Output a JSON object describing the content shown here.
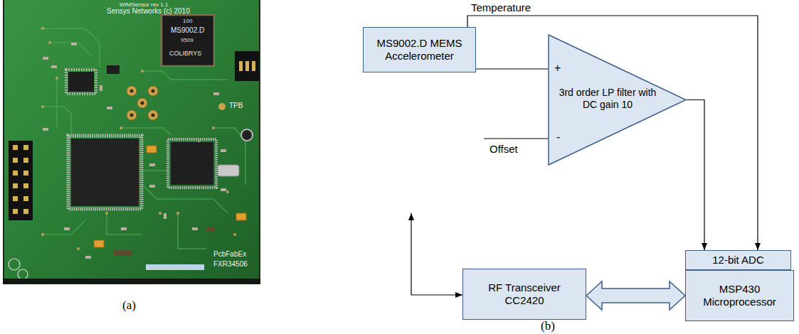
{
  "diagram": {
    "nodes": [
      {
        "text": [
          "MS9002.D MEMS Accelerometer"
        ]
      },
      {
        "text": [
          "3rd order LP filter with DC gain 10"
        ]
      },
      {
        "text": [
          "RF Transceiver CC2420"
        ]
      },
      {
        "text": [
          "12-bit ADC"
        ]
      },
      {
        "text": [
          "MSP430 Microprocessor"
        ]
      }
    ],
    "edges": [
      {
        "from": 0,
        "to": 1,
        "arrow": "none"
      },
      {
        "from": 1,
        "to": 3,
        "arrow": "to"
      },
      {
        "from": 0,
        "to": 3,
        "arrow": "to",
        "label": "Temperature"
      },
      {
        "from": 2,
        "to": 4,
        "arrow": "both"
      }
    ],
    "labels": [
      "WIMSensor rev 1.1",
      "Sensys Networks (c) 2010",
      "100",
      "MS9002.D",
      "9509",
      "COLIBRYS",
      "TPB",
      "PcbFabEx",
      "FXR34506",
      "(a)",
      "+",
      "-",
      "Offset",
      "(b)"
    ]
  }
}
